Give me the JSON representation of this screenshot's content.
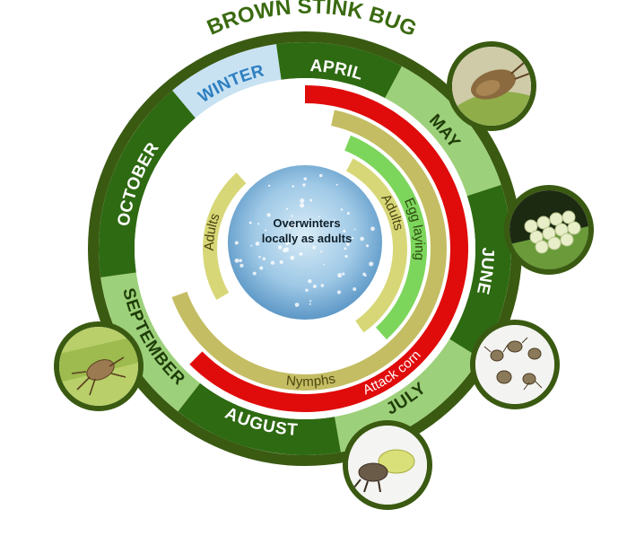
{
  "title": "BROWN STINK BUG",
  "center": {
    "line1": "Overwinters",
    "line2": "locally as adults"
  },
  "months": [
    {
      "label": "WINTER",
      "color": "#c8e2f2",
      "text_color": "#2c7fc0"
    },
    {
      "label": "APRIL",
      "color": "#2e6a12",
      "text_color": "#ffffff"
    },
    {
      "label": "MAY",
      "color": "#9dd07a",
      "text_color": "#1f3d08"
    },
    {
      "label": "JUNE",
      "color": "#2e6a12",
      "text_color": "#ffffff"
    },
    {
      "label": "JULY",
      "color": "#9dd07a",
      "text_color": "#1f3d08"
    },
    {
      "label": "AUGUST",
      "color": "#2e6a12",
      "text_color": "#ffffff"
    },
    {
      "label": "SEPTEMBER",
      "color": "#9dd07a",
      "text_color": "#1f3d08"
    },
    {
      "label": "OCTOBER",
      "color": "#2e6a12",
      "text_color": "#ffffff"
    }
  ],
  "bands": [
    {
      "label": "Attack corn",
      "color": "#e00b0b",
      "text_color": "#ffffff"
    },
    {
      "label": "Nymphs",
      "color": "#c4bd63",
      "text_color": "#4a4410"
    },
    {
      "label": "Egg laying",
      "color": "#7cd65c",
      "text_color": "#2d4a10"
    },
    {
      "label": "Adults",
      "color": "#d7d777",
      "text_color": "#4a4410"
    },
    {
      "label": "Adults",
      "color": "#d7d777",
      "text_color": "#4a4410"
    }
  ],
  "photos": [
    {
      "name": "adult-stink-bug-photo"
    },
    {
      "name": "egg-mass-photo"
    },
    {
      "name": "nymphs-photo"
    },
    {
      "name": "molting-nymph-photo"
    },
    {
      "name": "adult-on-leaf-photo"
    }
  ],
  "colors": {
    "outer_ring": "#3a5a12",
    "title": "#3a6a10"
  }
}
